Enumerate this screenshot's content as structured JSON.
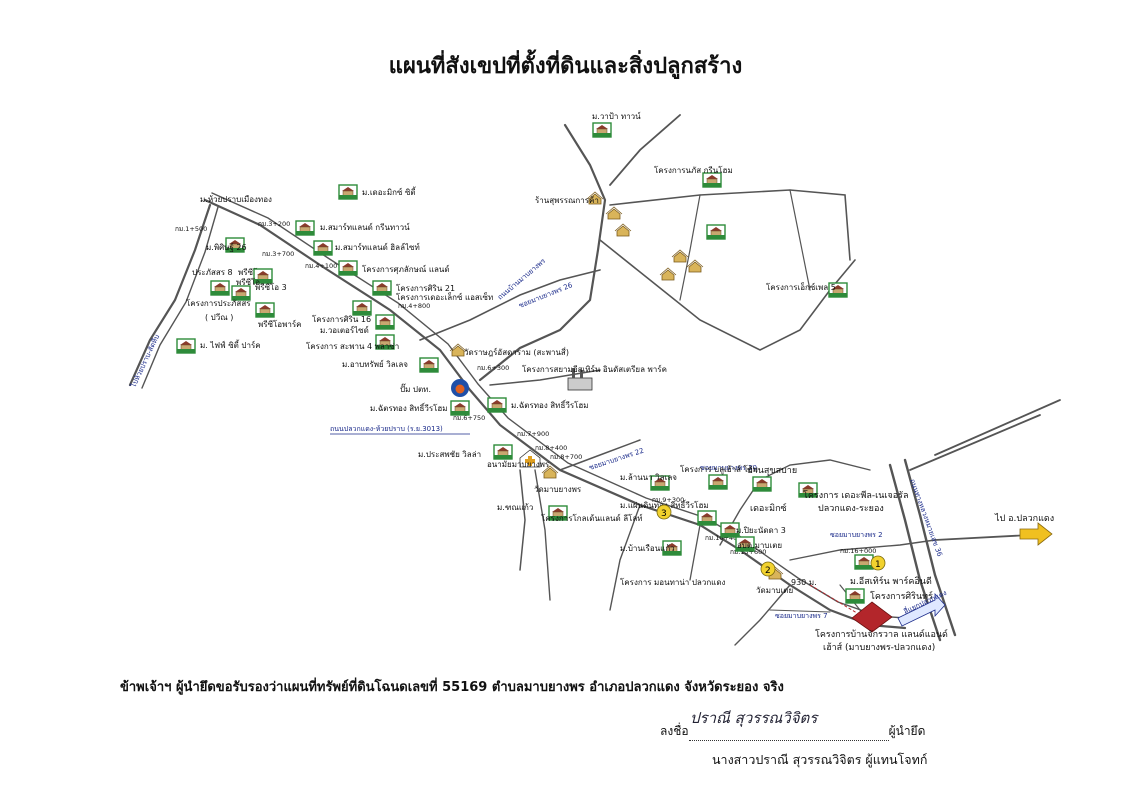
{
  "title": "แผนที่สังเขปที่ตั้งที่ดินและสิ่งปลูกสร้าง",
  "places": {
    "wapa": "ม.วาป้า ทาวน์",
    "nubinc": "โครงการนภัส กรีนโฮม",
    "store": "ร้านสุพรรณการค้า",
    "easy5": "โครงการเอ็กซ์เพล 5",
    "huaypan": "ม.ห้วยปราบเมืองทอง",
    "theemix": "ม.เดอะมิกซ์ ซิตี้",
    "smart_green": "ม.สมาร์ทแลนด์ กรีนทาวน์",
    "prida": "ม.พิศิษฐ์ 26",
    "smart_hill": "ม.สมาร์ทแลนด์ ฮิลล์ไซท์",
    "prasat": "ประภัสสร 8",
    "prisiri2": "พรีซีโอ 2",
    "prisiri": "พรีซีโอ",
    "prisiri3": "พรีซีโอ 3",
    "prasat_proj": "โครงการประภัสสร",
    "pawin": "( ปวีณ )",
    "prisiri_park": "พรีซีโอพาร์ค",
    "five_city": "ม. ไฟฟ์ ซิตี้ ปาร์ค",
    "sukklak": "โครงการศุภลักษณ์ แลนด์",
    "sirin21": "โครงการศิริน 21",
    "thelegend": "โครงการเดอะเล็กซ์ แอสเซ็ท",
    "sirin16": "โครงการศิริน 16",
    "teddy": "ม.วอเตอร์ไซด์",
    "bridge4": "โครงการ สะพาน 4 พลาซ่า",
    "abpaeryl": "ม.อาบทรัพย์ วิลเลจ",
    "wat": "วัดราษฎร์อัสดาราม (สะพานสี่)",
    "siam_estate": "โครงการสยามอีสเทิร์น อินดัสเตรียล พาร์ค",
    "ptt": "ปั๊ม ปตท.",
    "chatthong_l": "ม.ฉัตรทอง สิทธิ์วีรโฮม",
    "chatthong_r": "ม.ฉัตรทอง สิทธิ์วีรโฮม",
    "prasopchai": "ม.ประสพชัย วิลล่า",
    "anamai": "อนามัยมาบยางพร",
    "wat_mab": "วัดมาบยางพร",
    "kanpaew": "ม.ฑณแก้ว",
    "lanna": "ม.ล้านนา วิลเลจ",
    "flowermeter": "โครงการ บลูเฮ้าส์ โฮม",
    "suksabai": "บ้านสุขสบาย",
    "thephil": "โครงการ เดอะพีล-เนเจอรัล",
    "themix2": "เดอะมิกซ์",
    "plk_ry": "ปลวกแดง-ระยอง",
    "paeninthong": "ม.แผ่นดินทอง สิทธิ์วีรโฮม",
    "golden_land": "โครงการโกลเด้นแลนด์ ลีโลท์",
    "piyanat3": "ม.ปิยะนัดดา 3",
    "abtm": "อบต.มาบเตย",
    "baan_ruean": "ม.บ้านเรือนแก้ว",
    "montaneat": "โครงการ มอนทาน่า ปลวกแดง",
    "wat_mabtei": "วัดมาบเตย",
    "eastern_park": "ม.อีสเทิร์น พาร์คอินดี",
    "sirin_proj": "โครงการศิรินทร์",
    "target_proj": "โครงการบ้านจักรวาล แลนด์แอนด์",
    "target_proj2": "เฮ้าส์ (มาบยางพร-ปลวกแดง)",
    "to_plk": "ไป อ.ปลวกแดง",
    "sign_plk": "สี่แยกปลวกแดง"
  },
  "roads": {
    "r3013": "ถนนปลวกแดง-ห้วยปราบ (ร.ย.3013)",
    "soi26": "ซอยมาบยางพร 26",
    "mabyang": "ถนนบ้านมาบยางพร",
    "soi22": "ซอยมาบยางพร 22",
    "soi20": "ซอยมาบยางพร 20",
    "soi2": "ซอยมาบยางพร 2",
    "soi7": "ซอยมาบยางพร 7",
    "highway": "ถนนทางหลวงหมายเลข 36",
    "huaypan_rd": "ไปห้วยปราบ-สัตหีบ"
  },
  "km_markers": [
    "กม.1+500",
    "กม.3+200",
    "กม.3+700",
    "กม.4+100",
    "กม.4+800",
    "กม.6+300",
    "กม.6+750",
    "กม.7+900",
    "กม.8+400",
    "กม.8+700",
    "กม.9+300",
    "กม.10+400",
    "กม.13+600",
    "กม.16+000"
  ],
  "distance": "930 ม.",
  "markers": [
    "1",
    "2",
    "3"
  ],
  "footer": {
    "certify": "ข้าพเจ้าฯ ผู้นำยึดขอรับรองว่าแผนที่ทรัพย์ที่ดินโฉนดเลขที่ 55169 ตำบลมาบยางพร อำเภอปลวกแดง จังหวัดระยอง จริง",
    "sign_prefix": "ลงชื่อ",
    "sign_suffix": "ผู้นำยึด",
    "signature": "ปราณี สุวรรณวิจิตร",
    "signer": "นางสาวปราณี สุวรรณวิจิตร ผู้แทนโจทก์"
  },
  "colors": {
    "road": "#555555",
    "house_green": "#2e8b3a",
    "marker": "#f2d22e",
    "target": "#b3262b",
    "arrow": "#f0c020"
  }
}
